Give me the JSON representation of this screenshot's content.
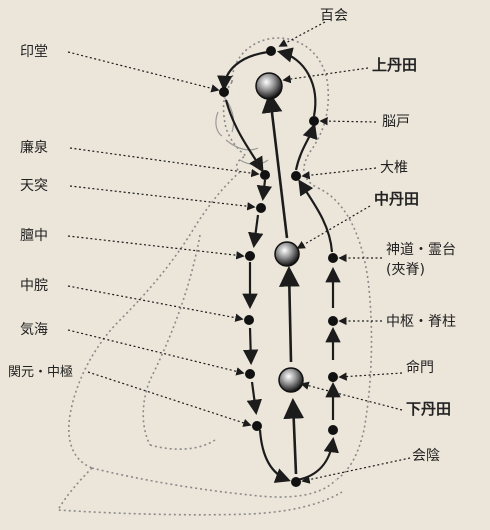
{
  "labels": {
    "baihui": "百会",
    "yintang": "印堂",
    "upper_dantian": "上丹田",
    "naohu": "脳戸",
    "lianquan": "廉泉",
    "dazhui": "大椎",
    "tiantu": "天突",
    "middle_dantian": "中丹田",
    "danzhong": "膻中",
    "shendao_lingtai": "神道・霊台",
    "jiaji": "(夾脊)",
    "zhongwan": "中脘",
    "zhongshu_jizhu": "中枢・脊柱",
    "qihai": "気海",
    "mingmen": "命門",
    "guanyuan_zhongji": "関元・中極",
    "lower_dantian": "下丹田",
    "huiyin": "会陰"
  },
  "colors": {
    "background": "#ece6da",
    "ink": "#1c1c1c",
    "outline": "#8a8a8a"
  }
}
